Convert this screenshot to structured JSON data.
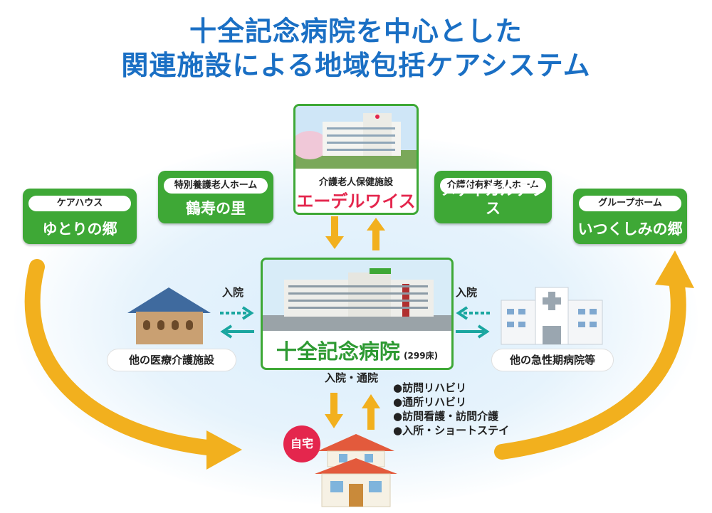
{
  "title": {
    "line1": "十全記念病院を中心とした",
    "line2": "関連施設による地域包括ケアシステム"
  },
  "facilities": {
    "carehouse": {
      "type": "ケアハウス",
      "name": "ゆとりの郷"
    },
    "tokuyou": {
      "type": "特別養護老人ホーム",
      "name": "鶴寿の里"
    },
    "rouken": {
      "type": "介護老人保健施設",
      "name": "エーデルワイス"
    },
    "yuryou": {
      "type": "介護付有料老人ホーム",
      "name": "メディカルテラス"
    },
    "grouphome": {
      "type": "グループホーム",
      "name": "いつくしみの郷"
    }
  },
  "hospital": {
    "name": "十全記念病院",
    "beds": "(299床)"
  },
  "left": {
    "arrow_label": "入院",
    "caption": "他の医療介護施設"
  },
  "right": {
    "arrow_label": "入院",
    "caption": "他の急性期病院等"
  },
  "bottom": {
    "arrow_label": "入院・通院",
    "home_badge": "自宅"
  },
  "services": [
    "●訪問リハビリ",
    "●通所リハビリ",
    "●訪問看護・訪問介護",
    "●入所・ショートステイ"
  ],
  "colors": {
    "green": "#3ea836",
    "title_blue": "#1a6fc4",
    "arrow_orange": "#f2b01e",
    "teal": "#1aa6a0",
    "brand_red": "#e4264d"
  }
}
